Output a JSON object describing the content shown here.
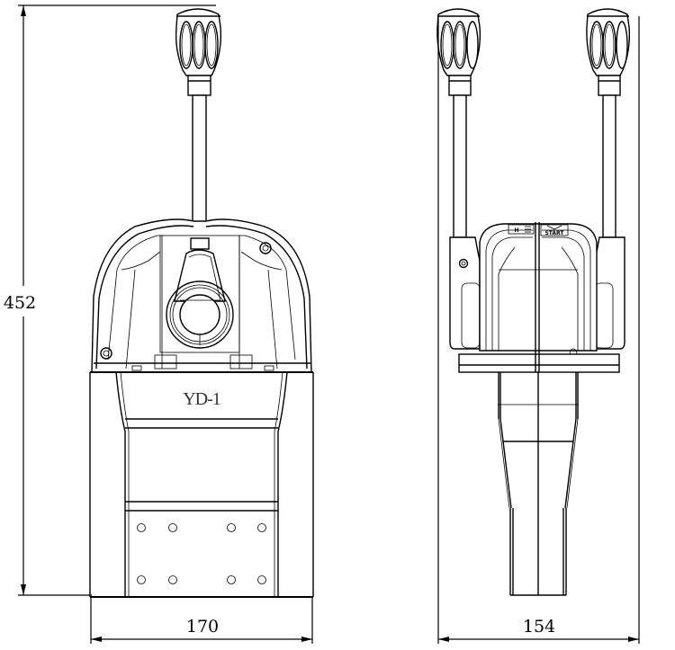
{
  "drawing": {
    "type": "technical-drawing",
    "subject": "single-lever engine control",
    "views": [
      "front-view",
      "side-view"
    ],
    "line_color": "#000000",
    "background": "#ffffff"
  },
  "front_view": {
    "model_label": "YD-1",
    "mounting_holes": 8,
    "dimensions": {
      "height": "452",
      "width": "170"
    }
  },
  "side_view": {
    "handles": 2,
    "indicator_labels": {
      "left": "H",
      "right": "START"
    },
    "dimensions": {
      "width": "154"
    }
  }
}
